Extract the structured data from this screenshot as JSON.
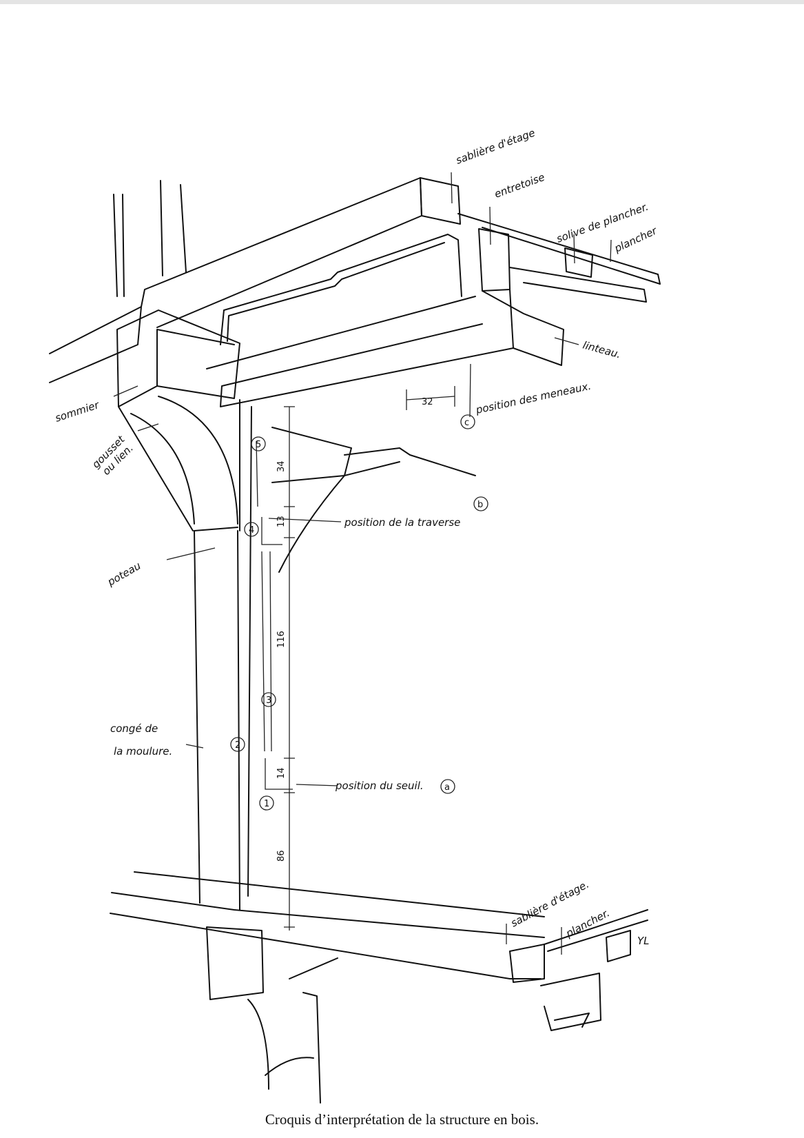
{
  "labels": {
    "sabliere_top": "sablière d'étage",
    "entretoise": "entretoise",
    "solive": "solive de plancher.",
    "plancher_top": "plancher",
    "linteau": "linteau.",
    "meneaux": "position des meneaux.",
    "sommier": "sommier",
    "gousset_1": "gousset",
    "gousset_2": "ou lien.",
    "poteau": "poteau",
    "traverse": "position de la traverse",
    "conge_1": "congé de",
    "conge_2": "la moulure.",
    "seuil": "position du seuil.",
    "sabliere_bottom": "sablière d'étage.",
    "plancher_bottom": "plancher."
  },
  "markers": {
    "a": "a",
    "b": "b",
    "c": "c",
    "m1": "1",
    "m2": "2",
    "m3": "3",
    "m4": "4",
    "m5": "5"
  },
  "dimensions": {
    "d32": "32",
    "d34": "34",
    "d13": "13",
    "d116": "116",
    "d14": "14",
    "d86": "86"
  },
  "signature": "YL",
  "caption": "Croquis d’interprétation de la structure en bois."
}
